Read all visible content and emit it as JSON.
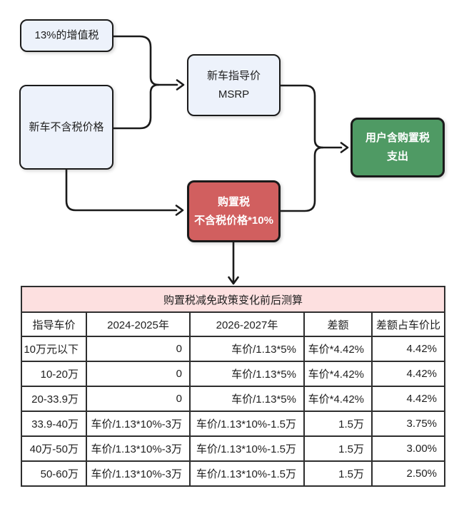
{
  "flowchart": {
    "boxes": {
      "vat": {
        "label": "13%的增值税"
      },
      "pretax": {
        "label": "新车不含税价格"
      },
      "msrp": {
        "line1": "新车指导价",
        "line2": "MSRP"
      },
      "tax": {
        "line1": "购置税",
        "line2": "不含税价格*10%"
      },
      "user": {
        "line1": "用户含购置税",
        "line2": "支出"
      }
    }
  },
  "table": {
    "title": "购置税减免政策变化前后测算",
    "headers": [
      "指导车价",
      "2024-2025年",
      "2026-2027年",
      "差额",
      "差额占车价比"
    ],
    "rows": [
      [
        "10万元以下",
        "0",
        "车价/1.13*5%",
        "车价*4.42%",
        "4.42%"
      ],
      [
        "10-20万",
        "0",
        "车价/1.13*5%",
        "车价*4.42%",
        "4.42%"
      ],
      [
        "20-33.9万",
        "0",
        "车价/1.13*5%",
        "车价*4.42%",
        "4.42%"
      ],
      [
        "33.9-40万",
        "车价/1.13*10%-3万",
        "车价/1.13*10%-1.5万",
        "1.5万",
        "3.75%"
      ],
      [
        "40万-50万",
        "车价/1.13*10%-3万",
        "车价/1.13*10%-1.5万",
        "1.5万",
        "3.00%"
      ],
      [
        "50-60万",
        "车价/1.13*10%-3万",
        "车价/1.13*10%-1.5万",
        "1.5万",
        "2.50%"
      ]
    ]
  },
  "colors": {
    "box-blue-bg": "#edf2fb",
    "box-red-bg": "#d15f5f",
    "box-green-bg": "#4f9a64",
    "table-title-bg": "#fde0e0",
    "line": "#1a1a1a",
    "table-border": "#2e2e2e",
    "text": "#1f1f1f",
    "box-light-text": "#ffffff"
  }
}
